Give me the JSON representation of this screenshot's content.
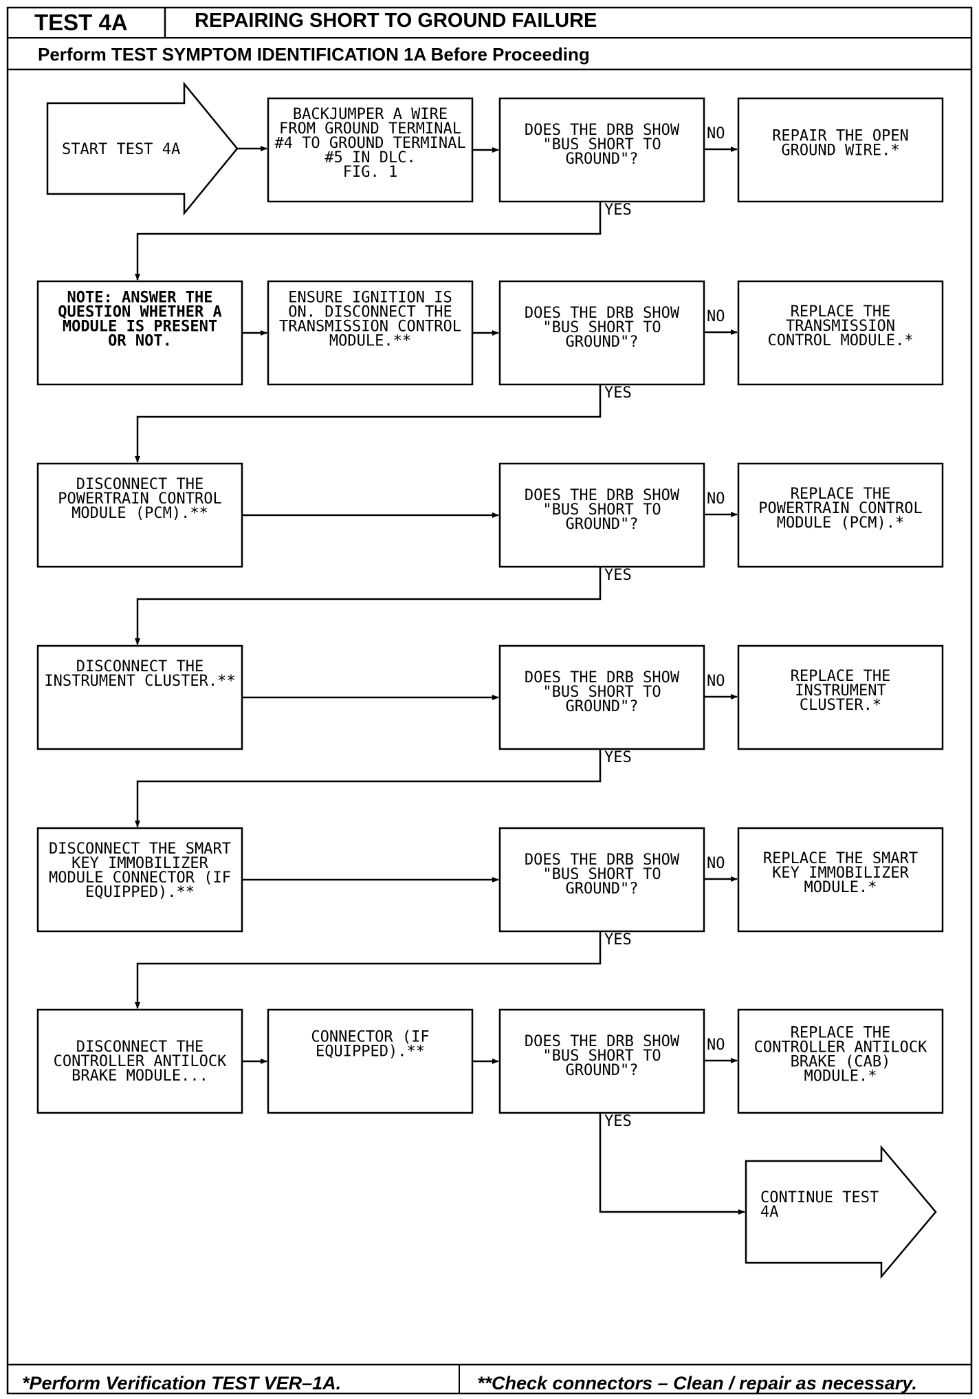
{
  "header": {
    "test_id": "TEST 4A",
    "title": "REPAIRING SHORT TO GROUND FAILURE",
    "subtitle": "Perform TEST SYMPTOM IDENTIFICATION 1A Before Proceeding"
  },
  "start": {
    "label": "START TEST 4A"
  },
  "question": [
    "DOES THE DRB SHOW",
    "\"BUS SHORT TO",
    "GROUND\"?"
  ],
  "branch_labels": {
    "no": "NO",
    "yes": "YES"
  },
  "rows": [
    {
      "action_lines": [
        "BACKJUMPER A WIRE",
        "FROM GROUND TERMINAL",
        "#4 TO GROUND TERMINAL",
        "#5 IN DLC.",
        "FIG. 1"
      ],
      "result_lines": [
        "REPAIR THE OPEN",
        "GROUND WIRE.*"
      ]
    },
    {
      "note_lines": [
        "NOTE: ANSWER THE",
        "QUESTION WHETHER A",
        "MODULE IS PRESENT",
        "OR NOT."
      ],
      "action_lines": [
        "ENSURE IGNITION IS",
        "ON. DISCONNECT THE",
        "TRANSMISSION CONTROL",
        "MODULE.**"
      ],
      "result_lines": [
        "REPLACE THE",
        "TRANSMISSION",
        "CONTROL MODULE.*"
      ]
    },
    {
      "action_lines": [
        "DISCONNECT THE",
        "POWERTRAIN CONTROL",
        "MODULE (PCM).**"
      ],
      "result_lines": [
        "REPLACE THE",
        "POWERTRAIN CONTROL",
        "MODULE (PCM).*"
      ]
    },
    {
      "action_lines": [
        "DISCONNECT THE",
        "INSTRUMENT CLUSTER.**"
      ],
      "result_lines": [
        "REPLACE THE",
        "INSTRUMENT",
        "CLUSTER.*"
      ]
    },
    {
      "action_lines": [
        "DISCONNECT THE SMART",
        "KEY IMMOBILIZER",
        "MODULE CONNECTOR (IF",
        "EQUIPPED).**"
      ],
      "result_lines": [
        "REPLACE THE SMART",
        "KEY IMMOBILIZER",
        "MODULE.*"
      ]
    },
    {
      "action_lines": [
        "DISCONNECT THE",
        "CONTROLLER ANTILOCK",
        "BRAKE MODULE..."
      ],
      "action2_lines": [
        "CONNECTOR (IF",
        "EQUIPPED).**"
      ],
      "result_lines": [
        "REPLACE THE",
        "CONTROLLER ANTILOCK",
        "BRAKE (CAB)",
        "MODULE.*"
      ]
    }
  ],
  "continue": {
    "lines": [
      "CONTINUE TEST",
      "4A"
    ]
  },
  "footer": {
    "left": "*Perform Verification TEST VER–1A.",
    "right": "**Check connectors – Clean / repair as necessary."
  }
}
